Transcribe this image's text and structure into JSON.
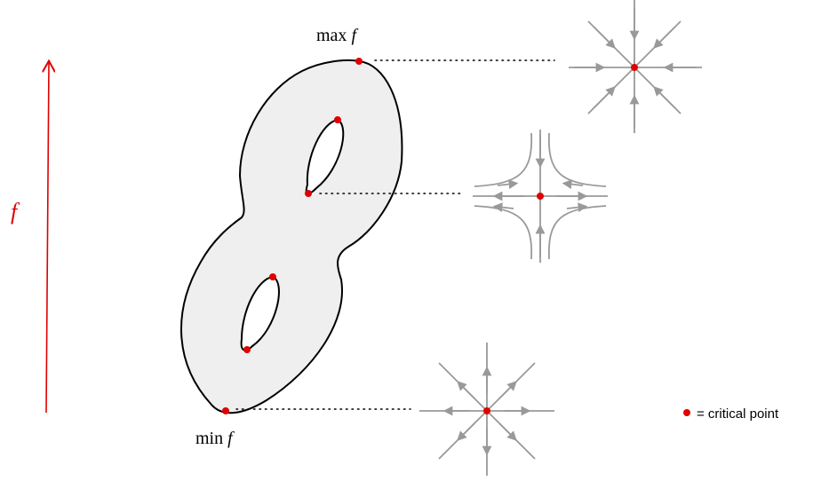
{
  "axis": {
    "label": "f",
    "color": "#e00000"
  },
  "labels": {
    "max_prefix": "max",
    "max_var": "f",
    "min_prefix": "min",
    "min_var": "f"
  },
  "legend": {
    "text": "= critical point",
    "marker_color": "#e00000"
  },
  "colors": {
    "surface_fill": "#efefef",
    "outline": "#000000",
    "critical": "#e00000",
    "flow": "#999999"
  }
}
